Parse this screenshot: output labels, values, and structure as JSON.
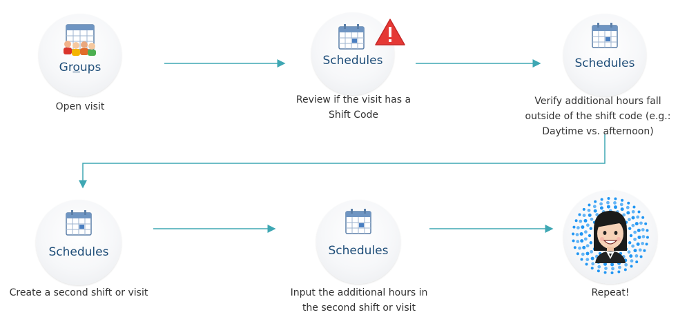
{
  "colors": {
    "arrow": "#3ea7b3",
    "label": "#1f4e79",
    "warning": "#e53935"
  },
  "steps": [
    {
      "id": "groups",
      "label_pre": "Gr",
      "label_underline": "o",
      "label_post": "ups",
      "description": "Open visit",
      "icon": "groups-calendar-icon"
    },
    {
      "id": "review",
      "label": "Schedules",
      "description_lines": [
        "Review if the visit has a",
        "Shift Code"
      ],
      "icon": "calendar-icon",
      "badge": "warning-icon"
    },
    {
      "id": "verify",
      "label": "Schedules",
      "description_lines": [
        "Verify additional hours fall",
        "outside of the shift code (e.g.:",
        "Daytime vs. afternoon)"
      ],
      "icon": "calendar-icon"
    },
    {
      "id": "create",
      "label": "Schedules",
      "description": "Create a second shift or visit",
      "icon": "calendar-icon"
    },
    {
      "id": "input",
      "label": "Schedules",
      "description_lines": [
        "Input the additional hours in",
        "the second shift or visit"
      ],
      "icon": "calendar-icon"
    },
    {
      "id": "repeat",
      "description": "Repeat!",
      "icon": "woman-avatar-icon"
    }
  ]
}
